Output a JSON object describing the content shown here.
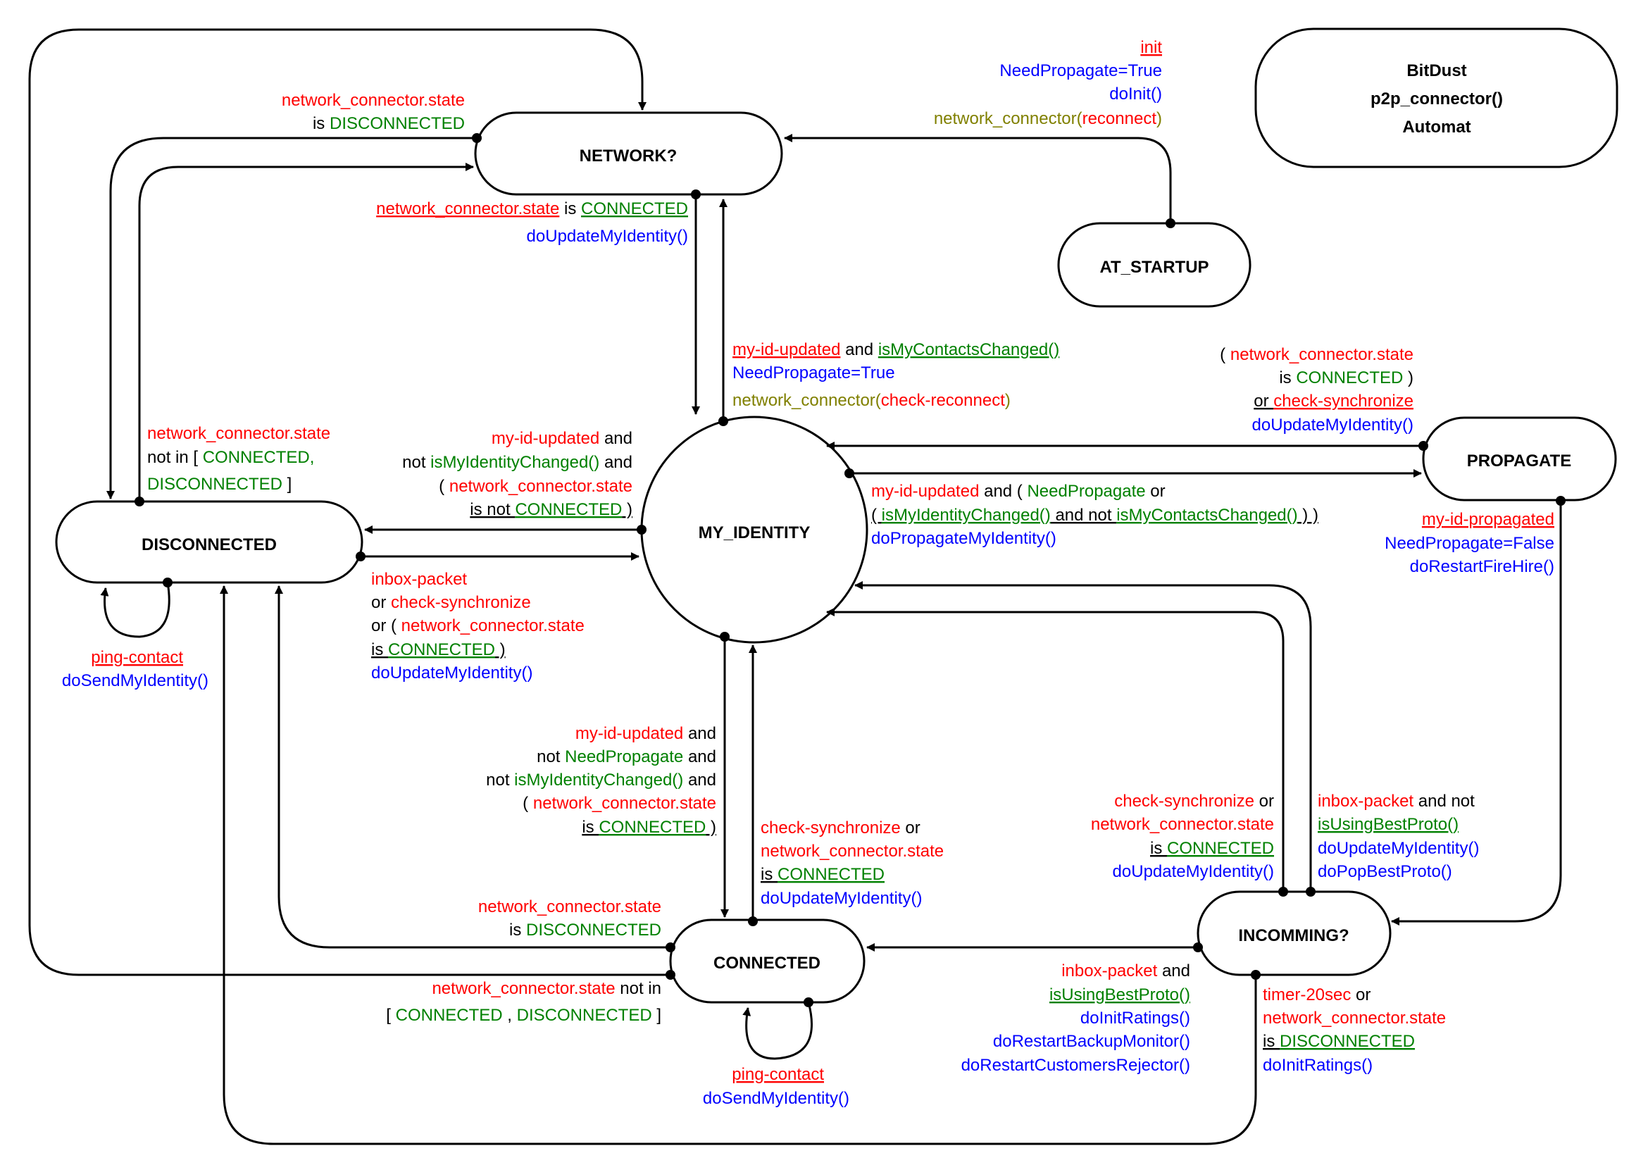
{
  "title": {
    "line1": "BitDust",
    "line2": "p2p_connector()",
    "line3": "Automat"
  },
  "states": {
    "network": "NETWORK?",
    "at_startup": "AT_STARTUP",
    "disconnected": "DISCONNECTED",
    "my_identity": "MY_IDENTITY",
    "propagate": "PROPAGATE",
    "connected": "CONNECTED",
    "incomming": "INCOMMING?"
  },
  "colors": {
    "event": "#ff0000",
    "condition": "#008000",
    "action": "#0000ff",
    "plain": "#000000",
    "automat_call": "#808000"
  },
  "transitions": {
    "init": {
      "event": "init",
      "action1": "NeedPropagate=True",
      "action2": "doInit()",
      "call_name": "network_connector(",
      "call_arg": "reconnect",
      "call_end": ")"
    },
    "net_to_disc": {
      "event": "network_connector.state",
      "is": "is",
      "value": "DISCONNECTED"
    },
    "net_to_myid": {
      "event": "network_connector.state",
      "is": " is ",
      "value": "CONNECTED",
      "action": "doUpdateMyIdentity()"
    },
    "myid_to_net": {
      "event": "my-id-updated",
      "and": " and ",
      "cond": "isMyContactsChanged()",
      "action": "NeedPropagate=True",
      "call_name": "network_connector(",
      "call_arg": "check-reconnect",
      "call_end": ")"
    },
    "disc_to_net": {
      "event": "network_connector.state",
      "not_in": "not in [ ",
      "v1": "CONNECTED,",
      "v2": "DISCONNECTED",
      "close": " ]"
    },
    "myid_to_disc": {
      "event": "my-id-updated",
      "and1": " and",
      "not1": "not ",
      "cond": "isMyIdentityChanged()",
      "and2": " and",
      "open": "( ",
      "state": "network_connector.state",
      "is_not": "is not ",
      "value": "CONNECTED",
      "close": " )"
    },
    "disc_to_myid": {
      "event1": "inbox-packet",
      "or1": "or ",
      "event2": "check-synchronize",
      "or2": "or ( ",
      "state": "network_connector.state",
      "is": "is ",
      "value": "CONNECTED",
      "close": " )",
      "action": "doUpdateMyIdentity()"
    },
    "disc_self": {
      "event": "ping-contact",
      "action": "doSendMyIdentity()"
    },
    "prop_to_myid": {
      "open": "( ",
      "state": "network_connector.state",
      "is": "is ",
      "value": "CONNECTED",
      "close": " )",
      "or": "or ",
      "event": "check-synchronize",
      "action": "doUpdateMyIdentity()"
    },
    "myid_to_prop": {
      "event": "my-id-updated",
      "and": " and ( ",
      "cond1": "NeedPropagate",
      "or": " or",
      "open": "( ",
      "cond2": "isMyIdentityChanged()",
      "and_not": " and not ",
      "cond3": "isMyContactsChanged()",
      "close": " ) )",
      "action": "doPropagateMyIdentity()"
    },
    "prop_to_inc": {
      "event": "my-id-propagated",
      "action1": "NeedPropagate=False",
      "action2": "doRestartFireHire()"
    },
    "myid_to_conn": {
      "event": "my-id-updated",
      "and1": " and",
      "not1": "not ",
      "cond1": "NeedPropagate",
      "and2": " and",
      "not2": "not ",
      "cond2": "isMyIdentityChanged()",
      "and3": " and",
      "open": "( ",
      "state": "network_connector.state",
      "is": "is ",
      "value": "CONNECTED",
      "close": " )"
    },
    "conn_to_myid": {
      "event1": "check-synchronize",
      "or": " or",
      "state": "network_connector.state",
      "is": "is ",
      "value": "CONNECTED",
      "action": "doUpdateMyIdentity()"
    },
    "conn_to_disc": {
      "event": "network_connector.state",
      "is": "is ",
      "value": "DISCONNECTED"
    },
    "conn_to_net": {
      "event": "network_connector.state",
      "not_in": " not in",
      "open": "[ ",
      "v1": "CONNECTED",
      "sep": " , ",
      "v2": "DISCONNECTED",
      "close": " ]"
    },
    "conn_self": {
      "event": "ping-contact",
      "action": "doSendMyIdentity()"
    },
    "inc_to_myid_a": {
      "event1": "check-synchronize",
      "or": " or",
      "state": "network_connector.state",
      "is": "is ",
      "value": "CONNECTED",
      "action": "doUpdateMyIdentity()"
    },
    "inc_to_myid_b": {
      "event": "inbox-packet",
      "and_not": " and not",
      "cond": "isUsingBestProto()",
      "action1": "doUpdateMyIdentity()",
      "action2": "doPopBestProto()"
    },
    "inc_to_conn": {
      "event": "inbox-packet",
      "and": " and",
      "cond": "isUsingBestProto()",
      "action1": "doInitRatings()",
      "action2": "doRestartBackupMonitor()",
      "action3": "doRestartCustomersRejector()"
    },
    "inc_to_disc": {
      "event1": "timer-20sec",
      "or": " or",
      "state": "network_connector.state",
      "is": "is ",
      "value": "DISCONNECTED",
      "action": "doInitRatings()"
    }
  }
}
